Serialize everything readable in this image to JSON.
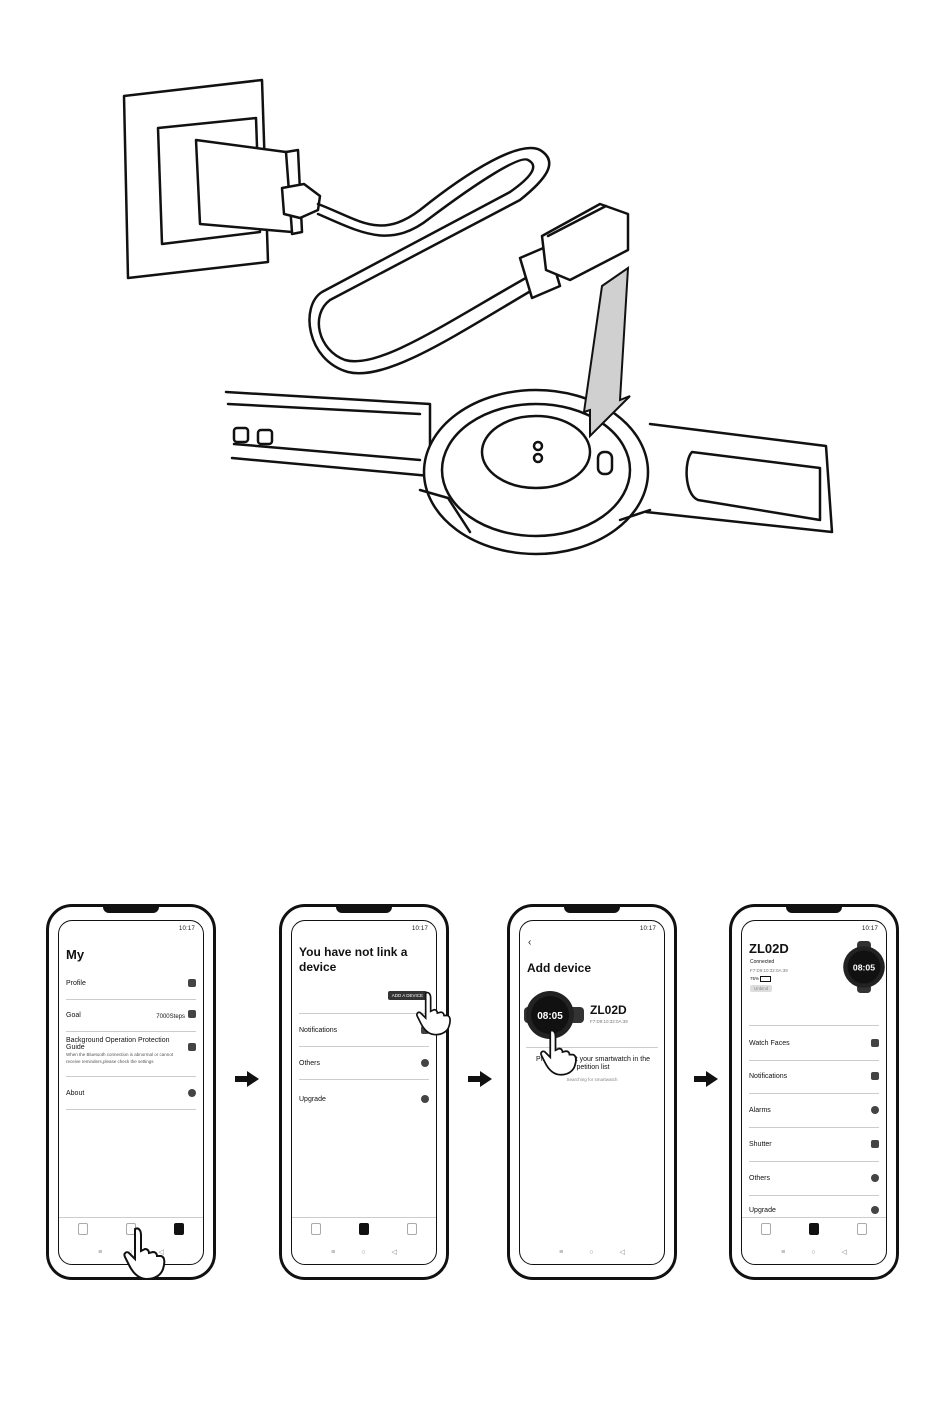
{
  "phones": [
    {
      "status_time": "10:17",
      "title": "My",
      "rows": [
        {
          "label": "Profile",
          "icon": "id-card-icon"
        },
        {
          "label": "Goal",
          "value": "7000Steps",
          "icon": "trophy-icon"
        },
        {
          "label": "Background Operation Protection Guide",
          "note": "When the Bluetooth connection is abnormal or cannot receive reminders,please check the settings",
          "icon": "shield-icon"
        },
        {
          "label": "About",
          "icon": "info-icon"
        }
      ]
    },
    {
      "status_time": "10:17",
      "title": "You have not link a device",
      "add_button": "ADD A DEVICE",
      "rows": [
        {
          "label": "Notifications",
          "icon": "bell-icon"
        },
        {
          "label": "Others",
          "icon": "gear-icon"
        },
        {
          "label": "Upgrade",
          "icon": "cloud-icon"
        }
      ]
    },
    {
      "status_time": "10:17",
      "title": "Add device",
      "device_name": "ZL02D",
      "device_mac": "F7:D9:10:32:0A:39",
      "instruction": "Please select your smartwatch in the petition list",
      "searching": "Searching for smartwatch",
      "watch_time": "08:05"
    },
    {
      "status_time": "10:17",
      "device_name": "ZL02D",
      "connected": "Connected",
      "device_mac": "F7:D9:10:32:0A:39",
      "battery": "75%",
      "unbind": "Unbind",
      "watch_time": "08:05",
      "rows": [
        {
          "label": "Watch Faces",
          "icon": "watch-face-icon"
        },
        {
          "label": "Notifications",
          "icon": "message-icon"
        },
        {
          "label": "Alarms",
          "icon": "clock-icon"
        },
        {
          "label": "Shutter",
          "icon": "camera-icon"
        },
        {
          "label": "Others",
          "icon": "gear-icon"
        },
        {
          "label": "Upgrade",
          "icon": "cloud-icon"
        }
      ]
    }
  ],
  "nav_glyphs": {
    "menu": "≡",
    "home": "○",
    "back": "◁"
  }
}
